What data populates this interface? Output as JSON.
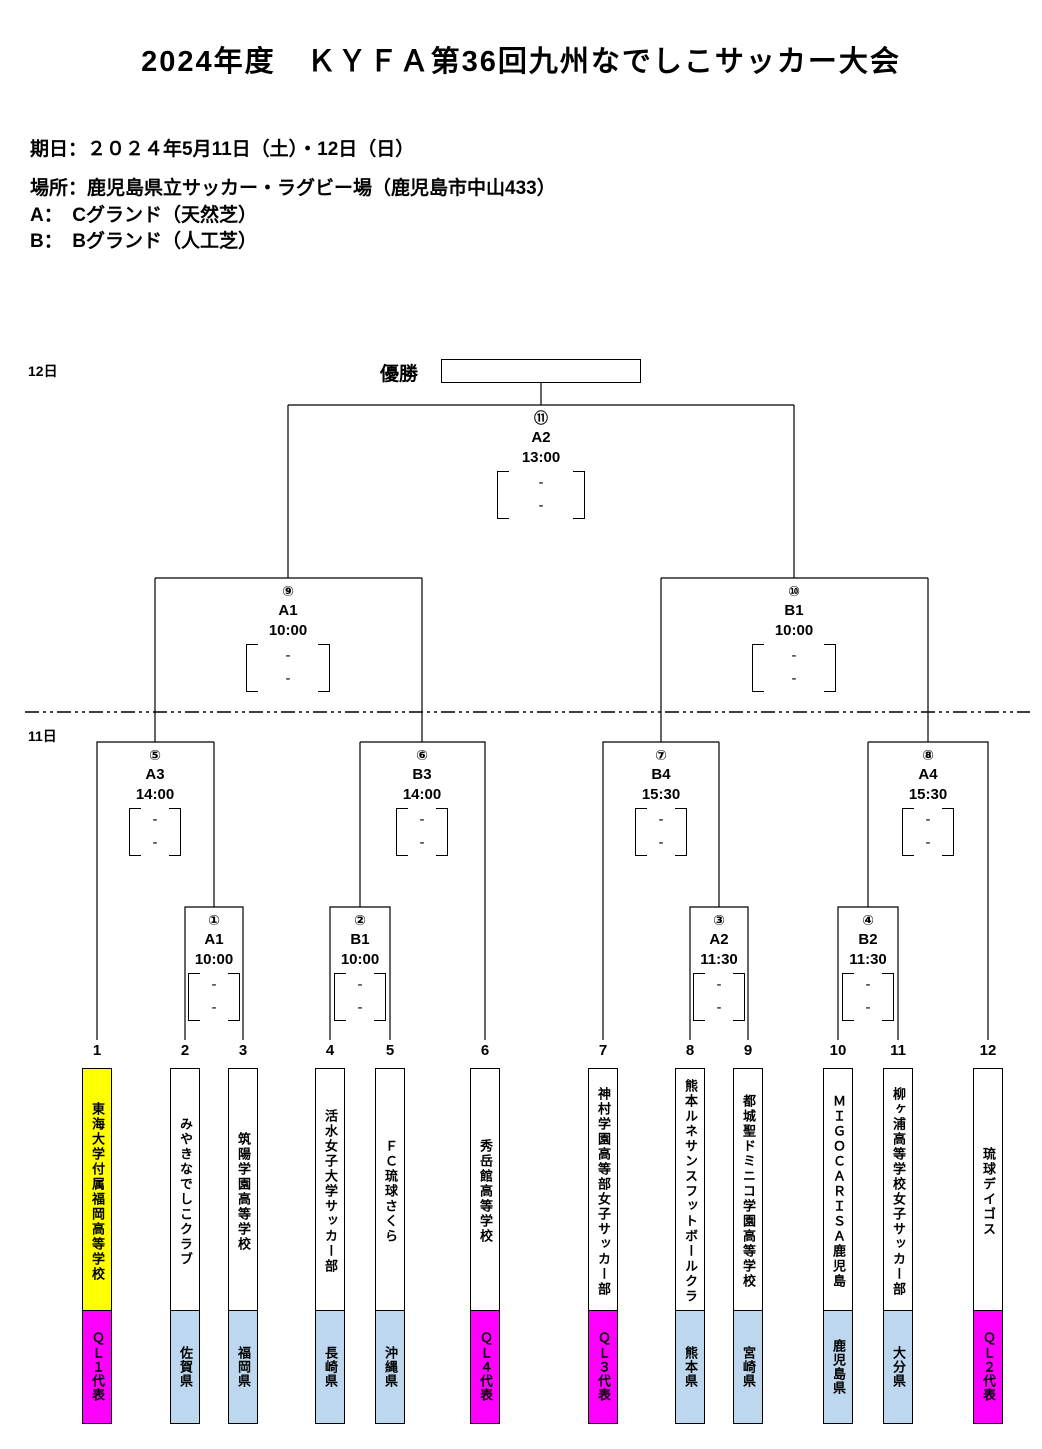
{
  "title": "2024年度　ＫＹＦＡ第36回九州なでしこサッカー大会",
  "info": {
    "date": "期日：２０２４年5月11日（土）・12日（日）",
    "venue": "場所：鹿児島県立サッカー・ラグビー場（鹿児島市中山433）",
    "ground_a": "A：　Cグランド（天然芝）",
    "ground_b": "B：　Bグランド（人工芝）"
  },
  "bracket": {
    "day2_label": "12日",
    "day1_label": "11日",
    "champion_label": "優勝",
    "champion_value": "",
    "matches": [
      {
        "no": "①",
        "ground": "A1",
        "time": "10:00",
        "home": "-",
        "away": "-"
      },
      {
        "no": "②",
        "ground": "B1",
        "time": "10:00",
        "home": "-",
        "away": "-"
      },
      {
        "no": "③",
        "ground": "A2",
        "time": "11:30",
        "home": "-",
        "away": "-"
      },
      {
        "no": "④",
        "ground": "B2",
        "time": "11:30",
        "home": "-",
        "away": "-"
      },
      {
        "no": "⑤",
        "ground": "A3",
        "time": "14:00",
        "home": "-",
        "away": "-"
      },
      {
        "no": "⑥",
        "ground": "B3",
        "time": "14:00",
        "home": "-",
        "away": "-"
      },
      {
        "no": "⑦",
        "ground": "B4",
        "time": "15:30",
        "home": "-",
        "away": "-"
      },
      {
        "no": "⑧",
        "ground": "A4",
        "time": "15:30",
        "home": "-",
        "away": "-"
      },
      {
        "no": "⑨",
        "ground": "A1",
        "time": "10:00",
        "home": "-",
        "away": "-"
      },
      {
        "no": "⑩",
        "ground": "B1",
        "time": "10:00",
        "home": "-",
        "away": "-"
      },
      {
        "no": "⑪",
        "ground": "A2",
        "time": "13:00",
        "home": "-",
        "away": "-"
      }
    ],
    "teams": [
      {
        "no": "1",
        "name": "東海大学付属福岡高等学校",
        "region": "ＱＬ１代表",
        "name_bg": "#ffff00",
        "region_bg": "#ff00ff"
      },
      {
        "no": "2",
        "name": "みやきなでしこクラブ",
        "region": "佐賀県",
        "name_bg": "#ffffff",
        "region_bg": "#bdd7ee"
      },
      {
        "no": "3",
        "name": "筑陽学園高等学校",
        "region": "福岡県",
        "name_bg": "#ffffff",
        "region_bg": "#bdd7ee"
      },
      {
        "no": "4",
        "name": "活水女子大学サッカー部",
        "region": "長崎県",
        "name_bg": "#ffffff",
        "region_bg": "#bdd7ee"
      },
      {
        "no": "5",
        "name": "ＦＣ琉球さくら",
        "region": "沖縄県",
        "name_bg": "#ffffff",
        "region_bg": "#bdd7ee"
      },
      {
        "no": "6",
        "name": "秀岳館高等学校",
        "region": "ＱＬ４代表",
        "name_bg": "#ffffff",
        "region_bg": "#ff00ff"
      },
      {
        "no": "7",
        "name": "神村学園高等部女子サッカー部",
        "region": "ＱＬ３代表",
        "name_bg": "#ffffff",
        "region_bg": "#ff00ff"
      },
      {
        "no": "8",
        "name": "熊本ルネサンスフットボールクラブ",
        "region": "熊本県",
        "name_bg": "#ffffff",
        "region_bg": "#bdd7ee"
      },
      {
        "no": "9",
        "name": "都城聖ドミニコ学園高等学校",
        "region": "宮崎県",
        "name_bg": "#ffffff",
        "region_bg": "#bdd7ee"
      },
      {
        "no": "10",
        "name": "ＭＩＧＯＣＡＲＩＳＡ鹿児島",
        "region": "鹿児島県",
        "name_bg": "#ffffff",
        "region_bg": "#bdd7ee"
      },
      {
        "no": "11",
        "name": "柳ヶ浦高等学校女子サッカー部",
        "region": "大分県",
        "name_bg": "#ffffff",
        "region_bg": "#bdd7ee"
      },
      {
        "no": "12",
        "name": "琉球デイゴス",
        "region": "ＱＬ２代表",
        "name_bg": "#ffffff",
        "region_bg": "#ff00ff"
      }
    ]
  },
  "colors": {
    "line": "#000000",
    "seed_highlight": "#ffff00",
    "qualifier_badge": "#ff00ff",
    "prefecture_badge": "#bdd7ee"
  }
}
